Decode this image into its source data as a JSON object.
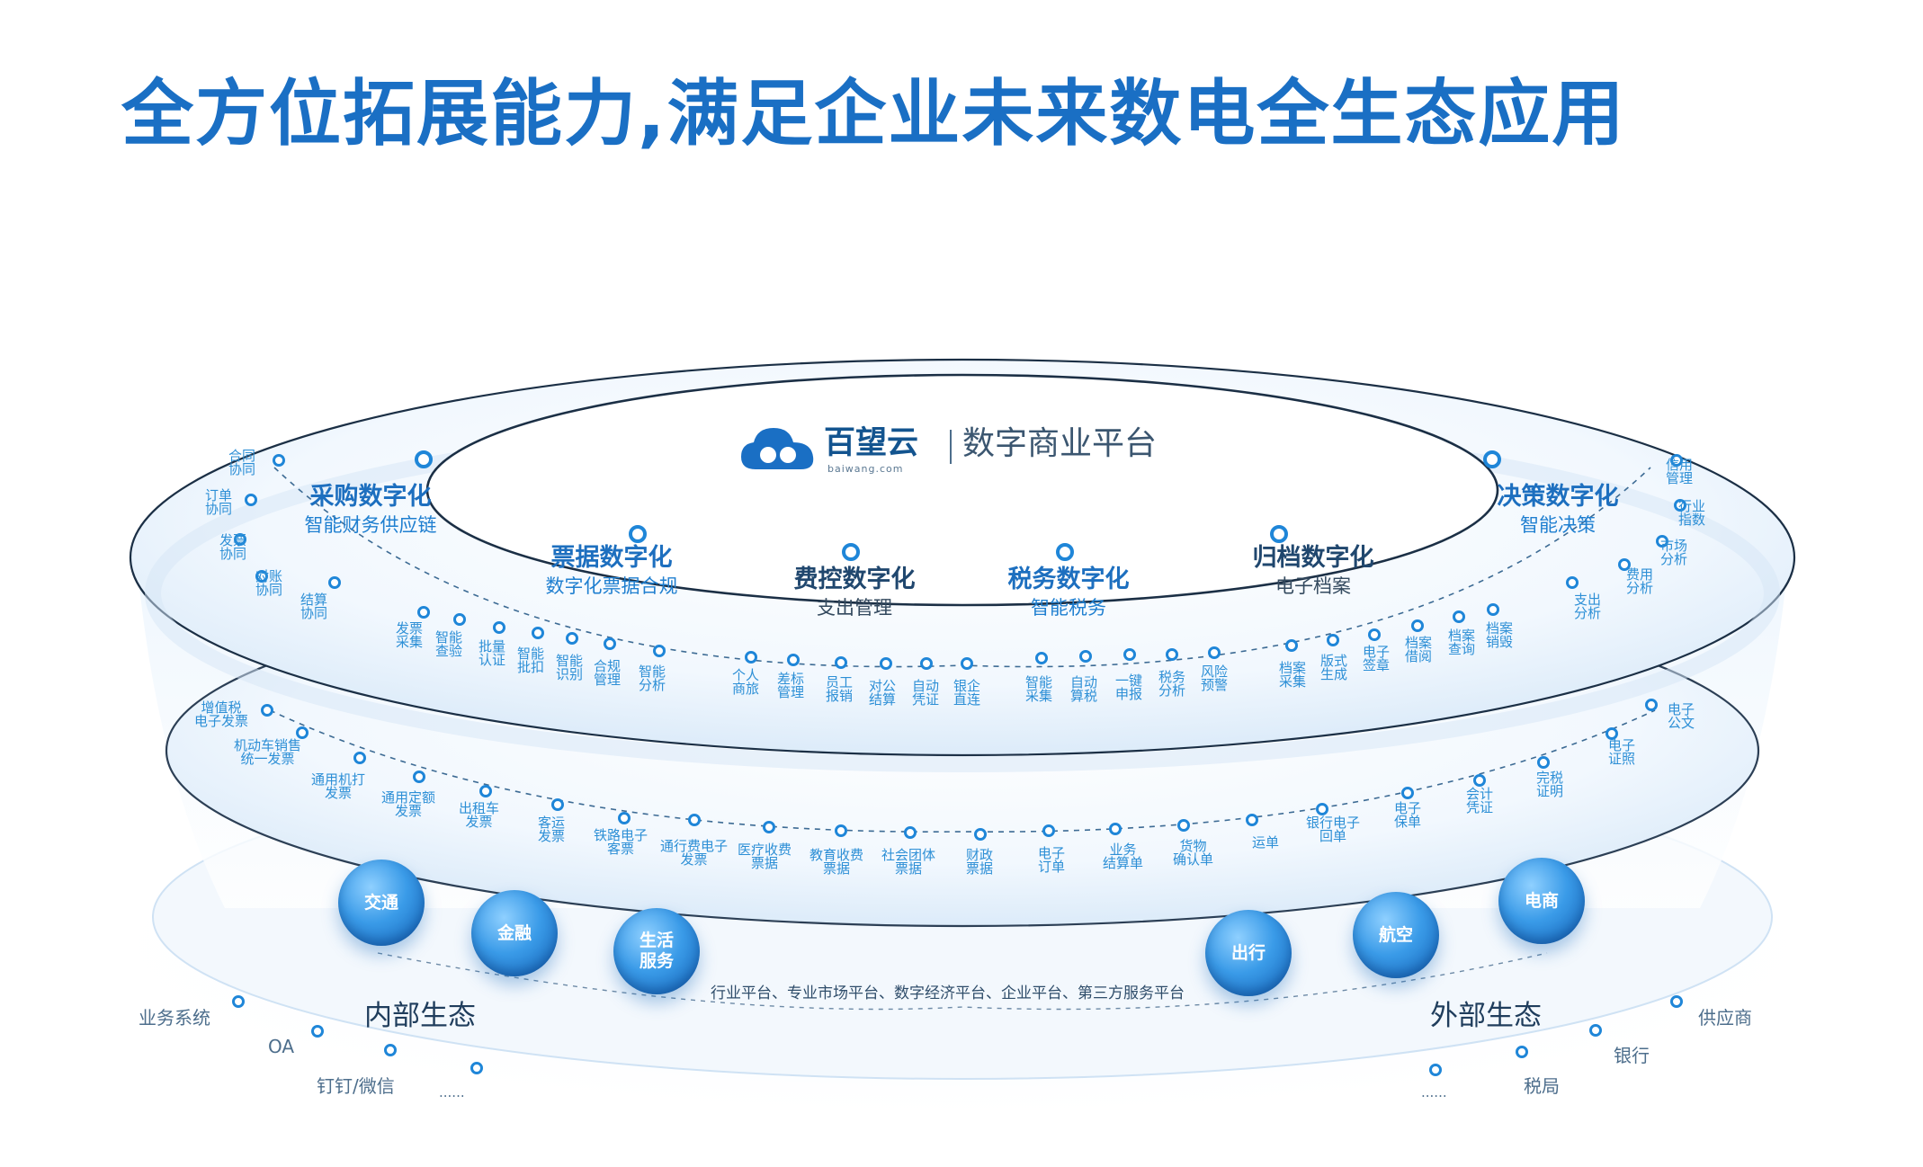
{
  "title": "全方位拓展能力,满足企业未来数电全生态应用",
  "brand": {
    "name": "百望云",
    "domain": "baiwang.com",
    "tagline": "数字商业平台"
  },
  "categories": [
    {
      "title": "采购数字化",
      "subtitle": "智能财务供应链"
    },
    {
      "title": "票据数字化",
      "subtitle": "数字化票据合规"
    },
    {
      "title": "费控数字化",
      "subtitle": "支出管理"
    },
    {
      "title": "税务数字化",
      "subtitle": "智能税务"
    },
    {
      "title": "归档数字化",
      "subtitle": "电子档案"
    },
    {
      "title": "决策数字化",
      "subtitle": "智能决策"
    }
  ],
  "upper_left_items": [
    [
      "合同",
      "协同"
    ],
    [
      "订单",
      "协同"
    ],
    [
      "发票",
      "协同"
    ],
    [
      "对账",
      "协同"
    ],
    [
      "结算",
      "协同"
    ]
  ],
  "upper_right_items": [
    [
      "信用",
      "管理"
    ],
    [
      "行业",
      "指数"
    ],
    [
      "市场",
      "分析"
    ],
    [
      "费用",
      "分析"
    ],
    [
      "支出",
      "分析"
    ]
  ],
  "upper_front_items": [
    [
      "发票",
      "采集"
    ],
    [
      "智能",
      "查验"
    ],
    [
      "批量",
      "认证"
    ],
    [
      "智能",
      "批扣"
    ],
    [
      "智能",
      "识别"
    ],
    [
      "合规",
      "管理"
    ],
    [
      "智能",
      "分析"
    ],
    [
      "个人",
      "商旅"
    ],
    [
      "差标",
      "管理"
    ],
    [
      "员工",
      "报销"
    ],
    [
      "对公",
      "结算"
    ],
    [
      "自动",
      "凭证"
    ],
    [
      "银企",
      "直连"
    ],
    [
      "智能",
      "采集"
    ],
    [
      "自动",
      "算税"
    ],
    [
      "一键",
      "申报"
    ],
    [
      "税务",
      "分析"
    ],
    [
      "风险",
      "预警"
    ],
    [
      "档案",
      "采集"
    ],
    [
      "版式",
      "生成"
    ],
    [
      "电子",
      "签章"
    ],
    [
      "档案",
      "借阅"
    ],
    [
      "档案",
      "查询"
    ],
    [
      "档案",
      "销毁"
    ]
  ],
  "middle_items": [
    [
      "增值税",
      "电子发票"
    ],
    [
      "机动车销售",
      "统一发票"
    ],
    [
      "通用机打",
      "发票"
    ],
    [
      "通用定额",
      "发票"
    ],
    [
      "出租车",
      "发票"
    ],
    [
      "客运",
      "发票"
    ],
    [
      "铁路电子",
      "客票"
    ],
    [
      "通行费电子",
      "发票"
    ],
    [
      "医疗收费",
      "票据"
    ],
    [
      "教育收费",
      "票据"
    ],
    [
      "社会团体",
      "票据"
    ],
    [
      "财政",
      "票据"
    ],
    [
      "电子",
      "订单"
    ],
    [
      "业务",
      "结算单"
    ],
    [
      "货物",
      "确认单"
    ],
    [
      "运单"
    ],
    [
      "银行电子",
      "回单"
    ],
    [
      "电子",
      "保单"
    ],
    [
      "会计",
      "凭证"
    ],
    [
      "完税",
      "证明"
    ],
    [
      "电子",
      "证照"
    ],
    [
      "电子",
      "公文"
    ]
  ],
  "industry_spheres": [
    [
      "交通"
    ],
    [
      "金融"
    ],
    [
      "生活",
      "服务"
    ],
    [
      "出行"
    ],
    [
      "航空"
    ],
    [
      "电商"
    ]
  ],
  "platforms": "行业平台、专业市场平台、数字经济平台、企业平台、第三方服务平台",
  "internal": {
    "title": "内部生态",
    "items": [
      "业务系统",
      "OA",
      "钉钉/微信",
      "......"
    ]
  },
  "external": {
    "title": "外部生态",
    "items": [
      "供应商",
      "银行",
      "税局",
      "......"
    ]
  },
  "colors": {
    "title": "#1a6fc4",
    "accent": "#2d8fd6",
    "dot_stroke": "#1f86d8",
    "ring": "#1b2f45"
  }
}
